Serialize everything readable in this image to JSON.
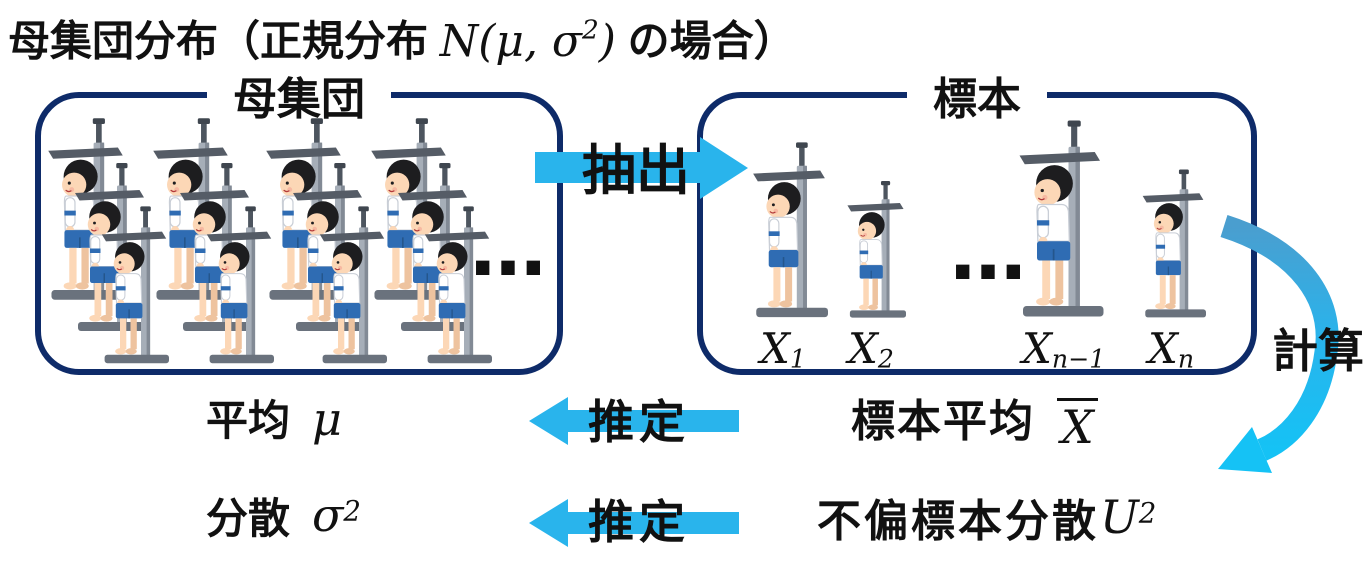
{
  "title": {
    "main": "母集団分布",
    "pre_math": "（正規分布 ",
    "math": {
      "base": "N(μ, σ",
      "sup": "2",
      "close": ")"
    },
    "post_math": " の場合）"
  },
  "population_box": {
    "label": "母集団",
    "ellipsis": "…"
  },
  "sample_box": {
    "label": "標本",
    "ellipsis": "…",
    "items": [
      {
        "base": "X",
        "sub": "1"
      },
      {
        "base": "X",
        "sub": "2"
      },
      {
        "base": "X",
        "sub": "n−1"
      },
      {
        "base": "X",
        "sub": "n"
      }
    ]
  },
  "arrows": {
    "extract": "抽出",
    "estimate_mean": "推定",
    "estimate_variance": "推定",
    "calculate": "計算"
  },
  "stats": {
    "population_mean": {
      "label": "平均",
      "symbol": "μ"
    },
    "population_variance": {
      "label": "分散",
      "symbol": "σ",
      "sup": "2"
    },
    "sample_mean": {
      "label": "標本平均",
      "symbol": "X"
    },
    "sample_variance": {
      "label": "不偏標本分散",
      "symbol": "U",
      "sup": "2"
    }
  },
  "icons": {
    "child": "boy-at-height-scale",
    "population_ellipsis": "ellipsis-dots",
    "sample_ellipsis": "ellipsis-dots"
  },
  "colors": {
    "navy": "#0e2b69",
    "cyan": "#29b4ec",
    "cyan_dark": "#4a9ecf",
    "cyan_bright": "#15c2f5",
    "ink": "#111111"
  }
}
